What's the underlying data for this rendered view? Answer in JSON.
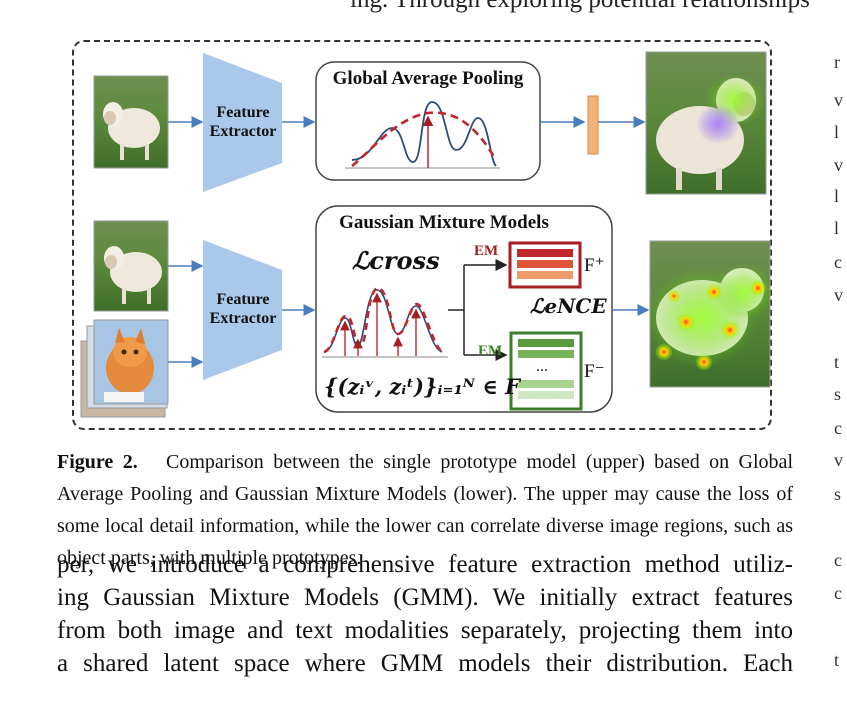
{
  "page": {
    "top_fragment": "ing. Through exploring potential relationships",
    "right_margin_chars": [
      "r",
      "v",
      "l",
      "v",
      "l",
      "l",
      "c",
      "v",
      "t",
      "s",
      "c",
      "v",
      "s",
      "c",
      "c",
      "t"
    ]
  },
  "figure": {
    "upper": {
      "extractor_label_line1": "Feature",
      "extractor_label_line2": "Extractor",
      "pooling_title": "Global Average Pooling"
    },
    "lower": {
      "extractor_label_line1": "Feature",
      "extractor_label_line2": "Extractor",
      "gmm_title": "Gaussian Mixture Models",
      "loss_cross": "ℒcross",
      "loss_ence": "ℒeNCE",
      "em_label_top": "EM",
      "em_label_bottom": "EM",
      "f_plus": "F⁺",
      "f_minus": "F⁻",
      "dots": "...",
      "set_formula": "{(zᵢᵛ, zᵢᵗ)}ᵢ₌₁ᴺ ∈ F"
    },
    "colors": {
      "extractor_blue": "#a9c8ea",
      "curve_blue": "#2f4a7a",
      "curve_red": "#c0272d",
      "arrow_blue": "#4a7cc0",
      "em_red": "#a71e22",
      "em_green": "#3e7d2b",
      "orange_bar": "#f2b27a"
    }
  },
  "caption": {
    "label": "Figure 2.",
    "text": "Comparison between the single prototype model (upper) based on Global Average Pooling and Gaussian Mixture Models (lower). The upper may cause the loss of some local detail information, while the lower can correlate diverse image regions, such as object parts, with multiple prototypes."
  },
  "body": {
    "line1": "per, we introduce a comprehensive feature extraction method utiliz-",
    "line2": "ing Gaussian Mixture Models (GMM). We initially extract features",
    "line3": "from both image and text modalities separately, projecting them into",
    "line4": "a shared latent space where GMM models their distribution. Each"
  }
}
